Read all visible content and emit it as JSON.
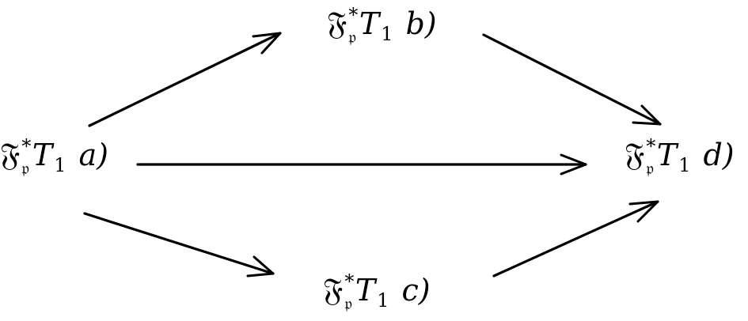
{
  "diagram": {
    "nodes": [
      {
        "id": "a",
        "functor": "𝔉",
        "star": "*",
        "prime": "𝔭",
        "object": "T",
        "index": "1",
        "tag": "a)"
      },
      {
        "id": "b",
        "functor": "𝔉",
        "star": "*",
        "prime": "𝔭",
        "object": "T",
        "index": "1",
        "tag": "b)"
      },
      {
        "id": "c",
        "functor": "𝔉",
        "star": "*",
        "prime": "𝔭",
        "object": "T",
        "index": "1",
        "tag": "c)"
      },
      {
        "id": "d",
        "functor": "𝔉",
        "star": "*",
        "prime": "𝔭",
        "object": "T",
        "index": "1",
        "tag": "d)"
      }
    ],
    "edges": [
      {
        "from": "a",
        "to": "b"
      },
      {
        "from": "a",
        "to": "d"
      },
      {
        "from": "a",
        "to": "c"
      },
      {
        "from": "b",
        "to": "d"
      },
      {
        "from": "c",
        "to": "d"
      }
    ]
  }
}
